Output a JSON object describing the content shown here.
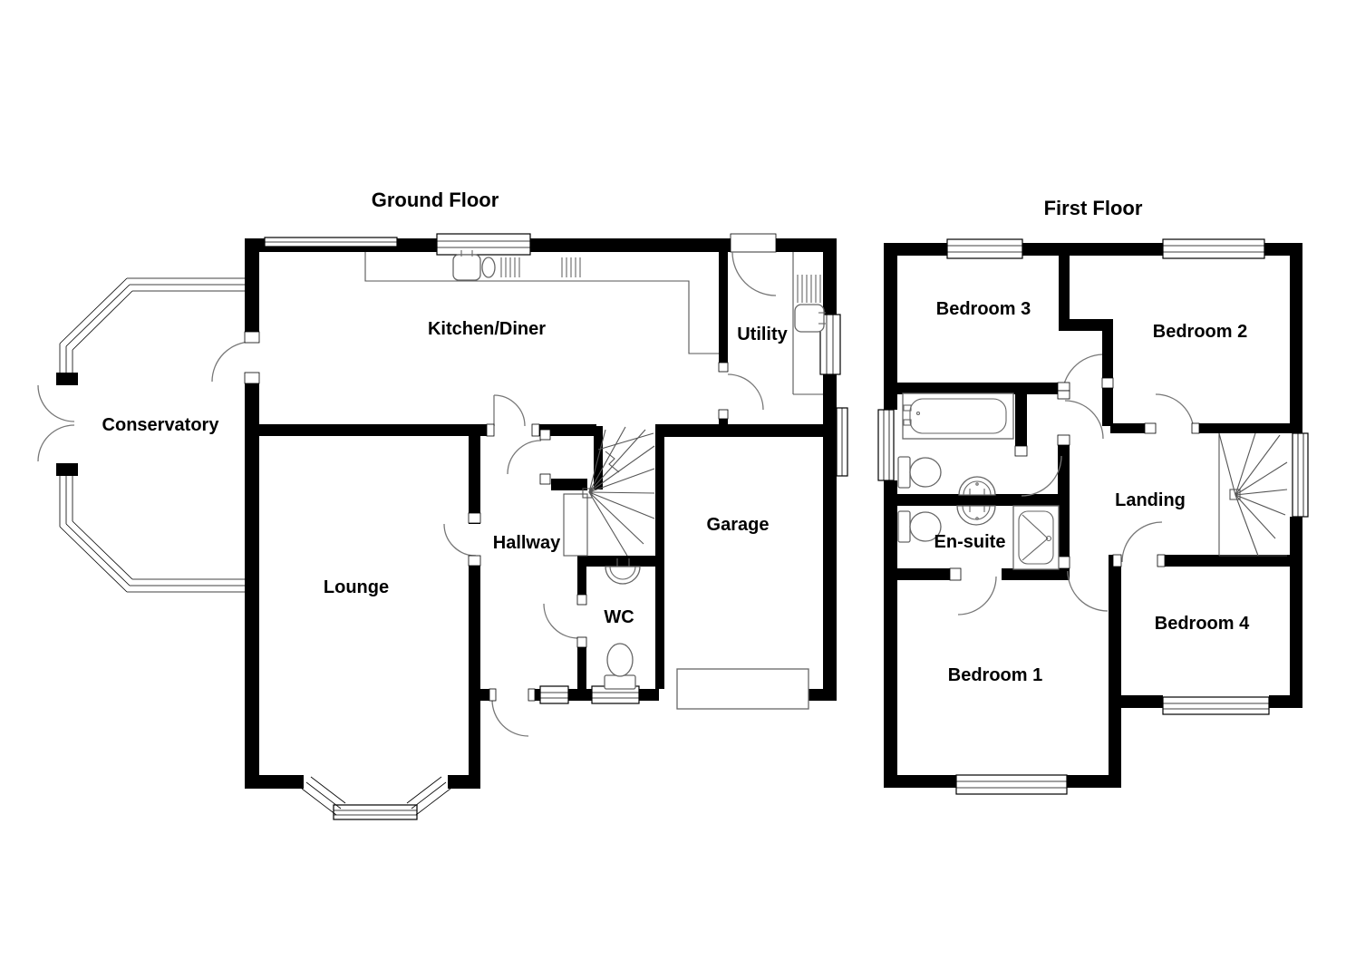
{
  "ground_floor": {
    "title": "Ground Floor",
    "rooms": {
      "kitchen_diner": "Kitchen/Diner",
      "utility": "Utility",
      "conservatory": "Conservatory",
      "lounge": "Lounge",
      "hallway": "Hallway",
      "wc": "WC",
      "garage": "Garage"
    }
  },
  "first_floor": {
    "title": "First Floor",
    "rooms": {
      "bedroom3": "Bedroom 3",
      "bedroom2": "Bedroom 2",
      "landing": "Landing",
      "en_suite": "En-suite",
      "bedroom1": "Bedroom 1",
      "bedroom4": "Bedroom 4"
    }
  },
  "colors": {
    "wall": "#000000",
    "background": "#ffffff",
    "fixture_line": "#666666",
    "door_arc": "#777777",
    "label": "#000000"
  }
}
